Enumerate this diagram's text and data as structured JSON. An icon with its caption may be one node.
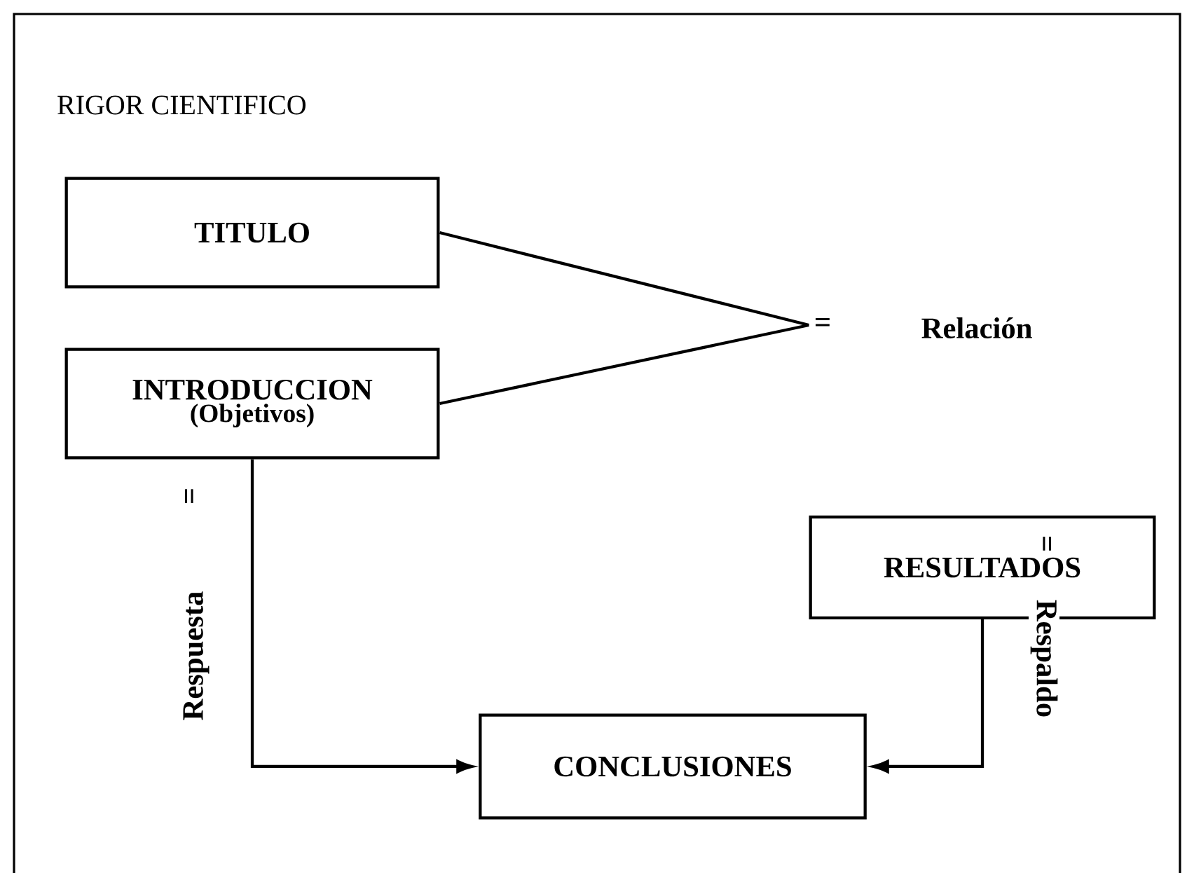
{
  "diagram": {
    "title": "RIGOR CIENTIFICO",
    "nodes": [
      {
        "text": [
          "TITULO"
        ]
      },
      {
        "text": [
          "INTRODUCCION",
          "(Objetivos)"
        ]
      },
      {
        "text": [
          "="
        ],
        "beside": [
          "Relación"
        ]
      },
      {
        "text": [
          "RESULTADOS"
        ]
      },
      {
        "text": [
          "CONCLUSIONES"
        ]
      }
    ],
    "edges": [
      {
        "from": 0,
        "to": 2,
        "arrow": "none"
      },
      {
        "from": 1,
        "to": 2,
        "arrow": "none"
      },
      {
        "from": 1,
        "to": 4,
        "arrow": "to",
        "label": "Respuesta"
      },
      {
        "from": 3,
        "to": 4,
        "arrow": "to",
        "label": "Respaldo"
      }
    ],
    "labels": [
      "=",
      "="
    ]
  }
}
